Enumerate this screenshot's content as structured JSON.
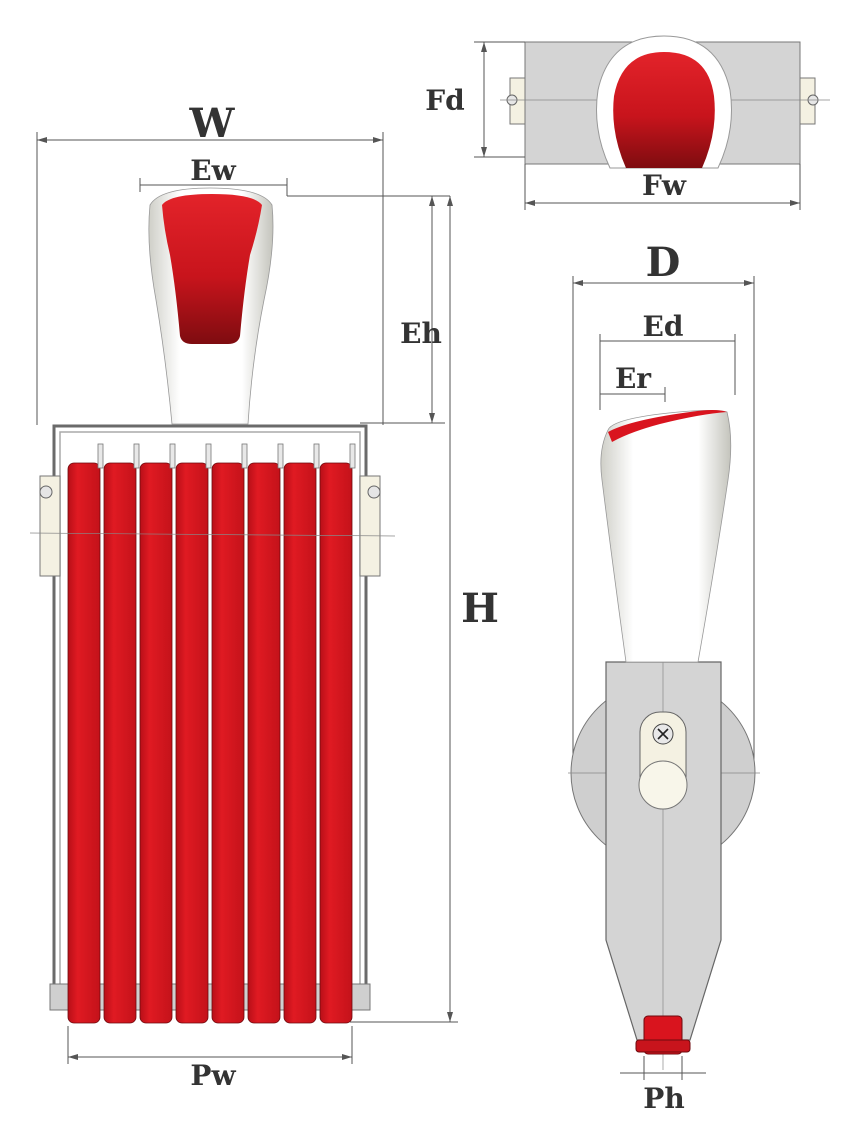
{
  "labels": {
    "W": "W",
    "Ew": "Ew",
    "Eh": "Eh",
    "H": "H",
    "Pw": "Pw",
    "Fd": "Fd",
    "Fw": "Fw",
    "D": "D",
    "Ed": "Ed",
    "Er": "Er",
    "Ph": "Ph"
  },
  "colors": {
    "red": "#d9141e",
    "dark_red": "#8c0f14",
    "grey_body": "#d4d4d4",
    "ivory": "#f4f1e2",
    "line": "#555555"
  }
}
